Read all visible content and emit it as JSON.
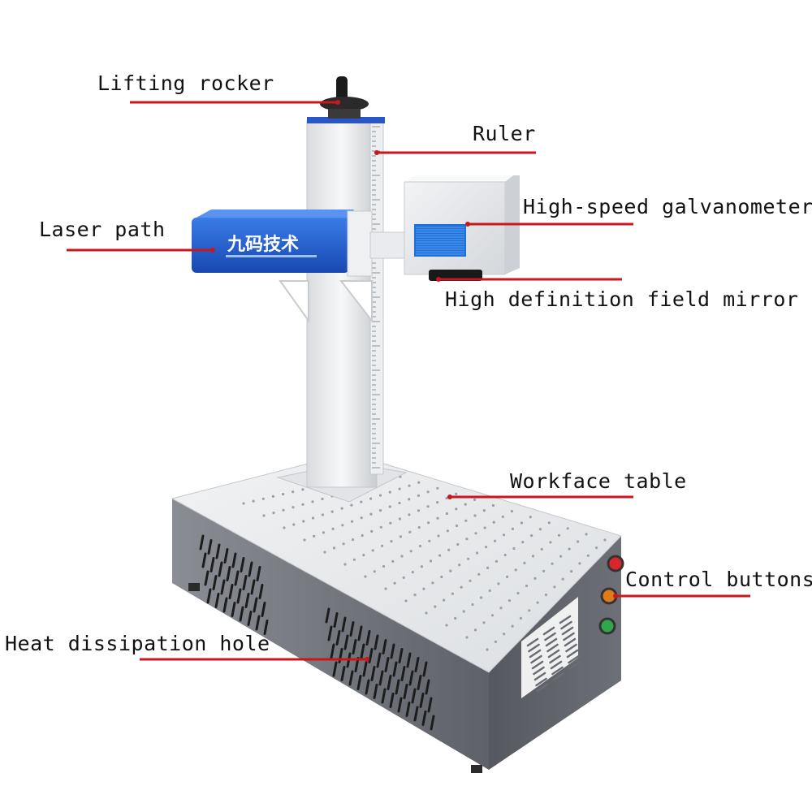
{
  "diagram": {
    "colors": {
      "leader_line": "#c8171e",
      "head_blue": "#1f5fd0",
      "body_grey": "#6b6f75",
      "table_top": "#e8eaec"
    },
    "labels": {
      "lifting_rocker": "Lifting rocker",
      "ruler": "Ruler",
      "galvanometer": "High-speed galvanometer",
      "laser_path": "Laser path",
      "field_mirror": "High definition field mirror",
      "workface_table": "Workface table",
      "control_buttons": "Control buttons",
      "heat_dissipation": "Heat dissipation hole"
    },
    "brand": {
      "logo_text": "九码技术"
    },
    "buttons": [
      {
        "name": "red-button",
        "color": "#d8262b"
      },
      {
        "name": "orange-button",
        "color": "#e07b1a"
      },
      {
        "name": "green-button",
        "color": "#2ea84a"
      }
    ]
  }
}
